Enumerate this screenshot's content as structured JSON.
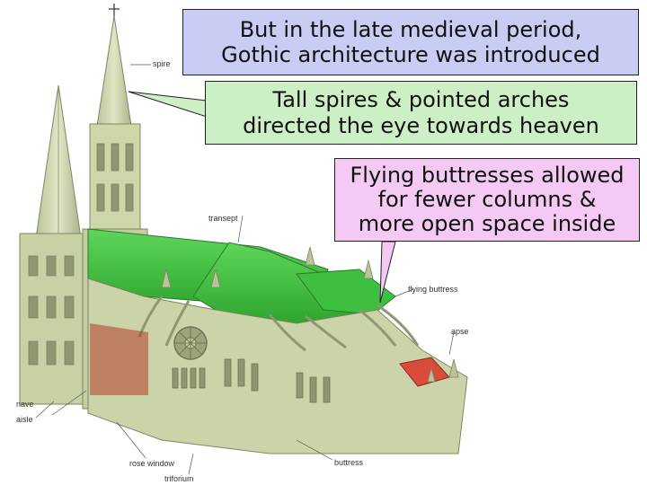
{
  "callouts": {
    "box1": {
      "line1": "But in the late medieval period,",
      "line2": "Gothic architecture was introduced"
    },
    "box2": {
      "line1": "Tall spires & pointed arches",
      "line2": "directed the eye towards heaven"
    },
    "box3": {
      "line1": "Flying buttresses allowed",
      "line2": "for fewer columns &",
      "line3": "more open space inside"
    }
  },
  "diagram_labels": {
    "spire": "spire",
    "transept": "transept",
    "flying_buttress": "flying buttress",
    "apse": "apse",
    "nave": "nave",
    "aisle": "aisle",
    "rose_window": "rose window",
    "triforium": "triforium",
    "buttress": "buttress"
  },
  "colors": {
    "box1_bg": "#c9cdf3",
    "box2_bg": "#cdefc6",
    "box3_bg": "#f4c9f3",
    "roof_green": "#3fbf3f",
    "stone": "#c9d3a9",
    "tile_red": "#d94b3a"
  }
}
